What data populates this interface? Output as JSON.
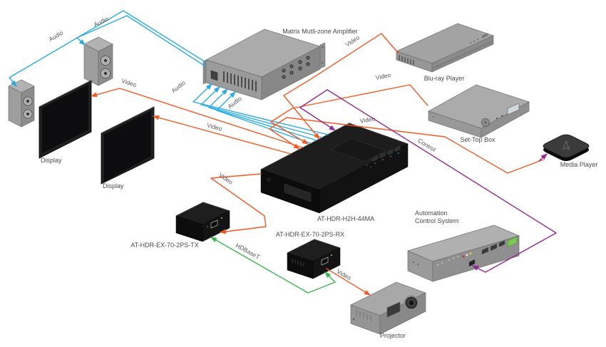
{
  "colors": {
    "audio": "#29ABE2",
    "video": "#F15A24",
    "control": "#93278F",
    "hdbaset": "#39B54A"
  },
  "devices": {
    "amplifier": {
      "label": "Matrix Mutli-zone Amplifier"
    },
    "bluray": {
      "label": "Blu-ray Player"
    },
    "settop": {
      "label": "Set-Top Box"
    },
    "media_player": {
      "label": "Media Player",
      "badge": "4"
    },
    "matrix": {
      "label": "AT-HDR-H2H-44MA"
    },
    "tx": {
      "label": "AT-HDR-EX-70-2PS-TX"
    },
    "rx": {
      "label": "AT-HDR-EX-70-2PS-RX"
    },
    "acs": {
      "label_line1": "Automation",
      "label_line2": "Control System"
    },
    "projector": {
      "label": "Projector"
    },
    "display_1": {
      "label": "Display"
    },
    "display_2": {
      "label": "Display"
    }
  },
  "connection_labels": {
    "audio": "Audio",
    "video": "Video",
    "control": "Control",
    "hdbaset": "HDBaseT"
  }
}
